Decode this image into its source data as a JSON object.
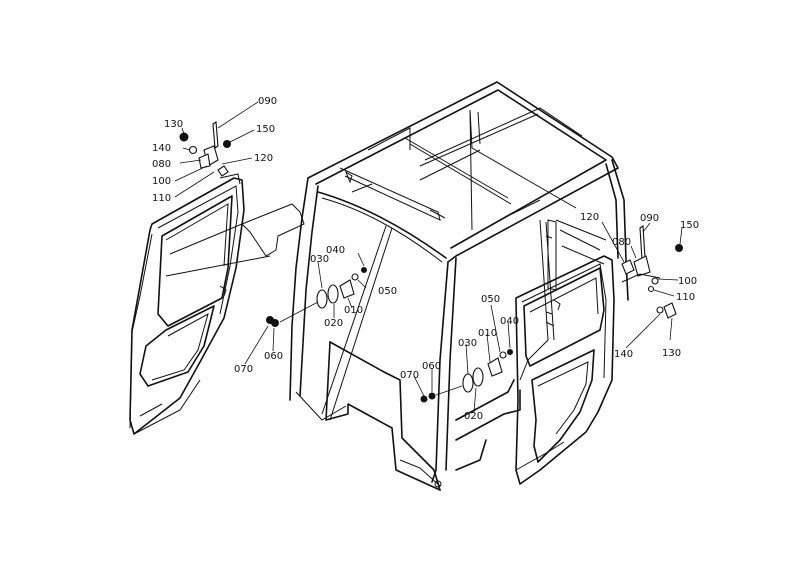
{
  "diagram": {
    "labels": {
      "l_090": "090",
      "l_130": "130",
      "l_150": "150",
      "l_140": "140",
      "l_120": "120",
      "l_080": "080",
      "l_100": "100",
      "l_110": "110",
      "r_090": "090",
      "r_120": "120",
      "r_150": "150",
      "r_080": "080",
      "r_100": "100",
      "r_110": "110",
      "r_140": "140",
      "r_130": "130",
      "fl_040": "040",
      "fl_030": "030",
      "fl_050": "050",
      "fl_020": "020",
      "fl_010": "010",
      "fl_070": "070",
      "fl_060": "060",
      "fr_050": "050",
      "fr_010": "010",
      "fr_040": "040",
      "fr_030": "030",
      "fr_070": "070",
      "fr_060": "060",
      "fr_020": "020"
    }
  }
}
